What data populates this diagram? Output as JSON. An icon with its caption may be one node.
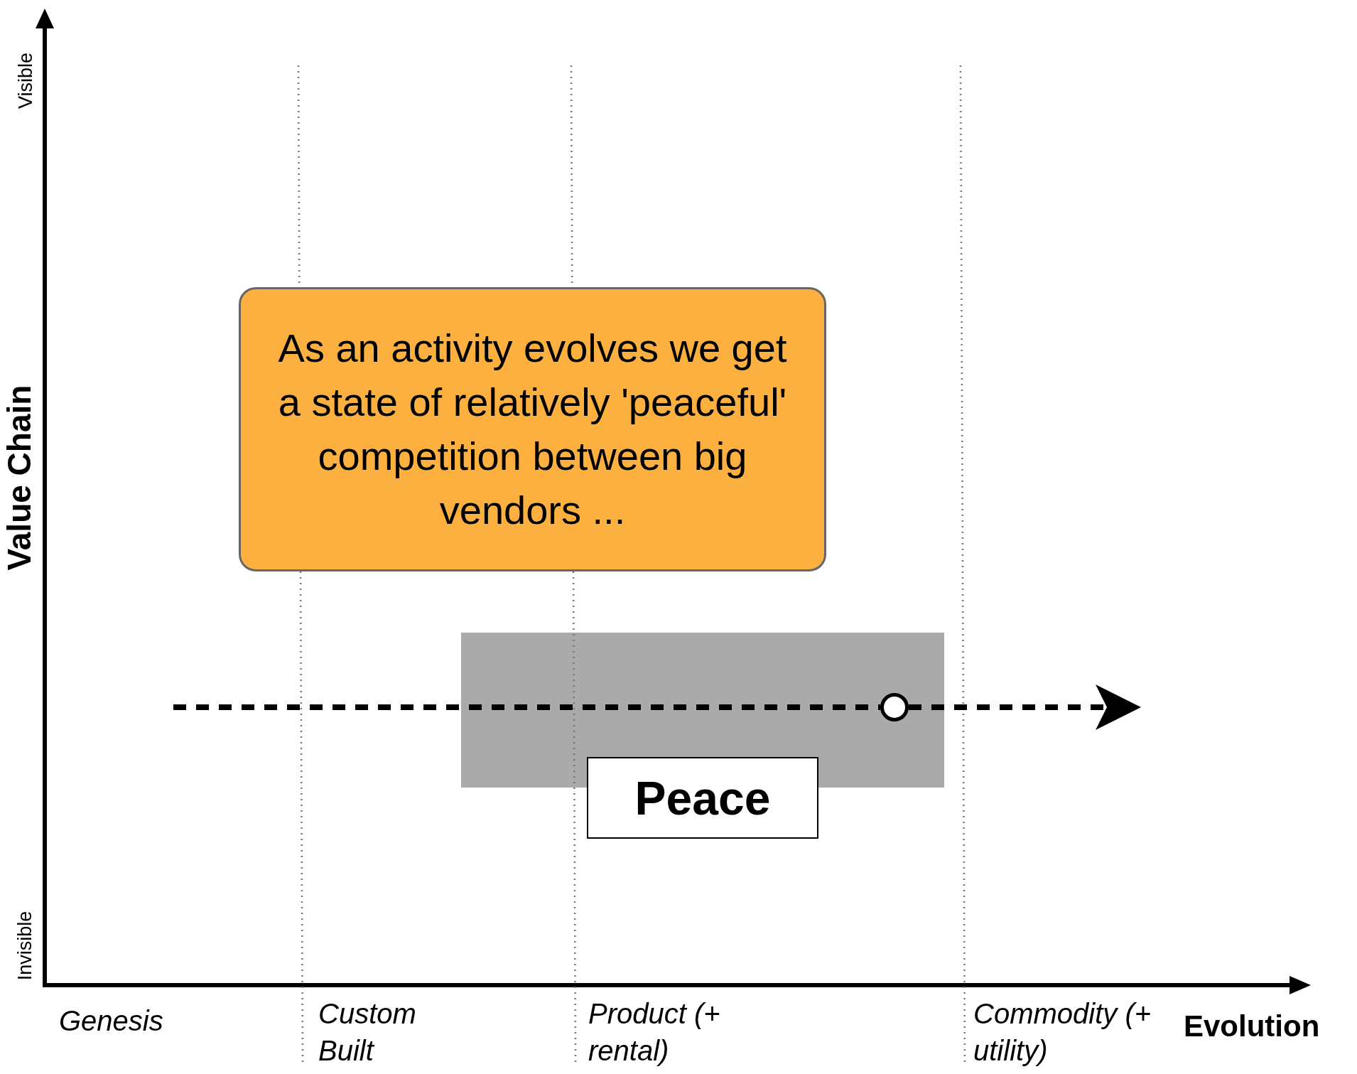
{
  "diagram": {
    "nodes": [
      {
        "text": [
          "As an activity evolves we get a state of relatively 'peaceful' competition between big vendors ..."
        ]
      },
      {
        "text": [],
        "shape": "box"
      },
      {
        "text": [
          "Peace"
        ]
      },
      {
        "text": [],
        "shape": "circle",
        "in": 1
      }
    ],
    "edges": [
      {
        "from": null,
        "to": 3,
        "arrow": "none",
        "style": "dashed"
      },
      {
        "from": 3,
        "to": null,
        "arrow": "to",
        "style": "dashed"
      }
    ],
    "labels": [
      "Visible",
      "Value Chain",
      "Invisible",
      "Genesis",
      "Custom Built",
      "Product (+ rental)",
      "Commodity (+ utility)",
      "Evolution"
    ]
  }
}
